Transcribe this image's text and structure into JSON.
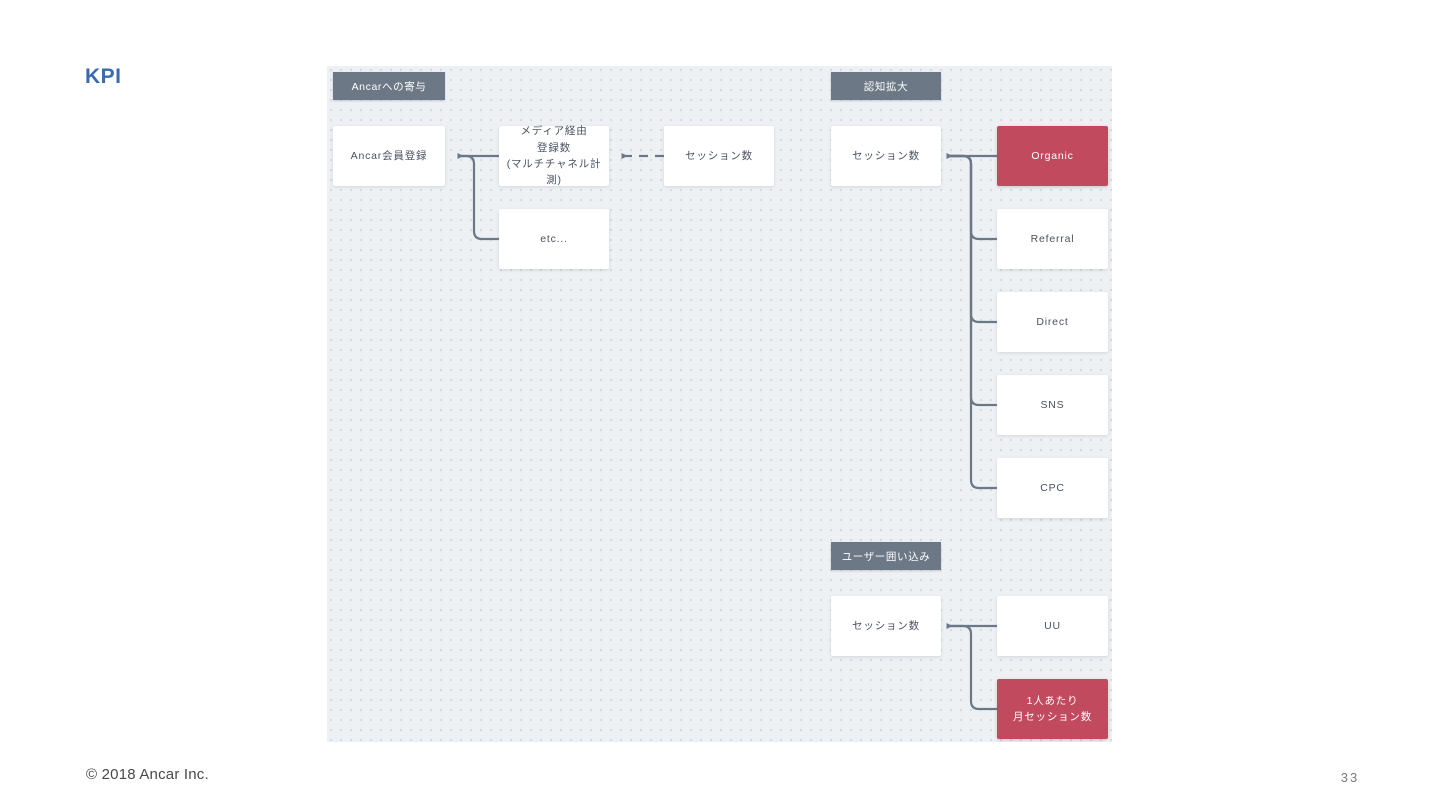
{
  "slide": {
    "title": "KPI",
    "copyright": "© 2018 Ancar Inc.",
    "page_number": "33"
  },
  "colors": {
    "title_blue": "#3a6bb0",
    "header_slate": "#6c7886",
    "accent_red": "#c24a5e",
    "canvas_bg": "#eef1f4",
    "connector": "#6b7888",
    "node_text": "#4a5260"
  },
  "diagram": {
    "groups": [
      {
        "id": "contribution",
        "label": "Ancarへの寄与"
      },
      {
        "id": "awareness",
        "label": "認知拡大"
      },
      {
        "id": "retention",
        "label": "ユーザー囲い込み"
      }
    ],
    "nodes": [
      {
        "id": "ancar-signup",
        "label": "Ancar会員登録",
        "accent": false,
        "group": "contribution"
      },
      {
        "id": "media-signups",
        "label": "メディア経由\n登録数\n(マルチチャネル計測)",
        "accent": false,
        "group": "contribution"
      },
      {
        "id": "etc",
        "label": "etc...",
        "accent": false,
        "group": "contribution"
      },
      {
        "id": "sessions-source",
        "label": "セッション数",
        "accent": false,
        "group": "contribution"
      },
      {
        "id": "sessions-awareness",
        "label": "セッション数",
        "accent": false,
        "group": "awareness"
      },
      {
        "id": "organic",
        "label": "Organic",
        "accent": true,
        "group": "awareness"
      },
      {
        "id": "referral",
        "label": "Referral",
        "accent": false,
        "group": "awareness"
      },
      {
        "id": "direct",
        "label": "Direct",
        "accent": false,
        "group": "awareness"
      },
      {
        "id": "sns",
        "label": "SNS",
        "accent": false,
        "group": "awareness"
      },
      {
        "id": "cpc",
        "label": "CPC",
        "accent": false,
        "group": "awareness"
      },
      {
        "id": "sessions-retention",
        "label": "セッション数",
        "accent": false,
        "group": "retention"
      },
      {
        "id": "uu",
        "label": "UU",
        "accent": false,
        "group": "retention"
      },
      {
        "id": "sessions-per-user",
        "label": "1人あたり\n月セッション数",
        "accent": true,
        "group": "retention"
      }
    ],
    "connections": [
      {
        "from": "media-signups",
        "to": "ancar-signup",
        "style": "solid"
      },
      {
        "from": "etc",
        "to": "ancar-signup",
        "style": "solid"
      },
      {
        "from": "sessions-source",
        "to": "media-signups",
        "style": "dashed"
      },
      {
        "from": "organic",
        "to": "sessions-awareness",
        "style": "solid"
      },
      {
        "from": "referral",
        "to": "sessions-awareness",
        "style": "solid"
      },
      {
        "from": "direct",
        "to": "sessions-awareness",
        "style": "solid"
      },
      {
        "from": "sns",
        "to": "sessions-awareness",
        "style": "solid"
      },
      {
        "from": "cpc",
        "to": "sessions-awareness",
        "style": "solid"
      },
      {
        "from": "uu",
        "to": "sessions-retention",
        "style": "solid"
      },
      {
        "from": "sessions-per-user",
        "to": "sessions-retention",
        "style": "solid"
      }
    ]
  }
}
